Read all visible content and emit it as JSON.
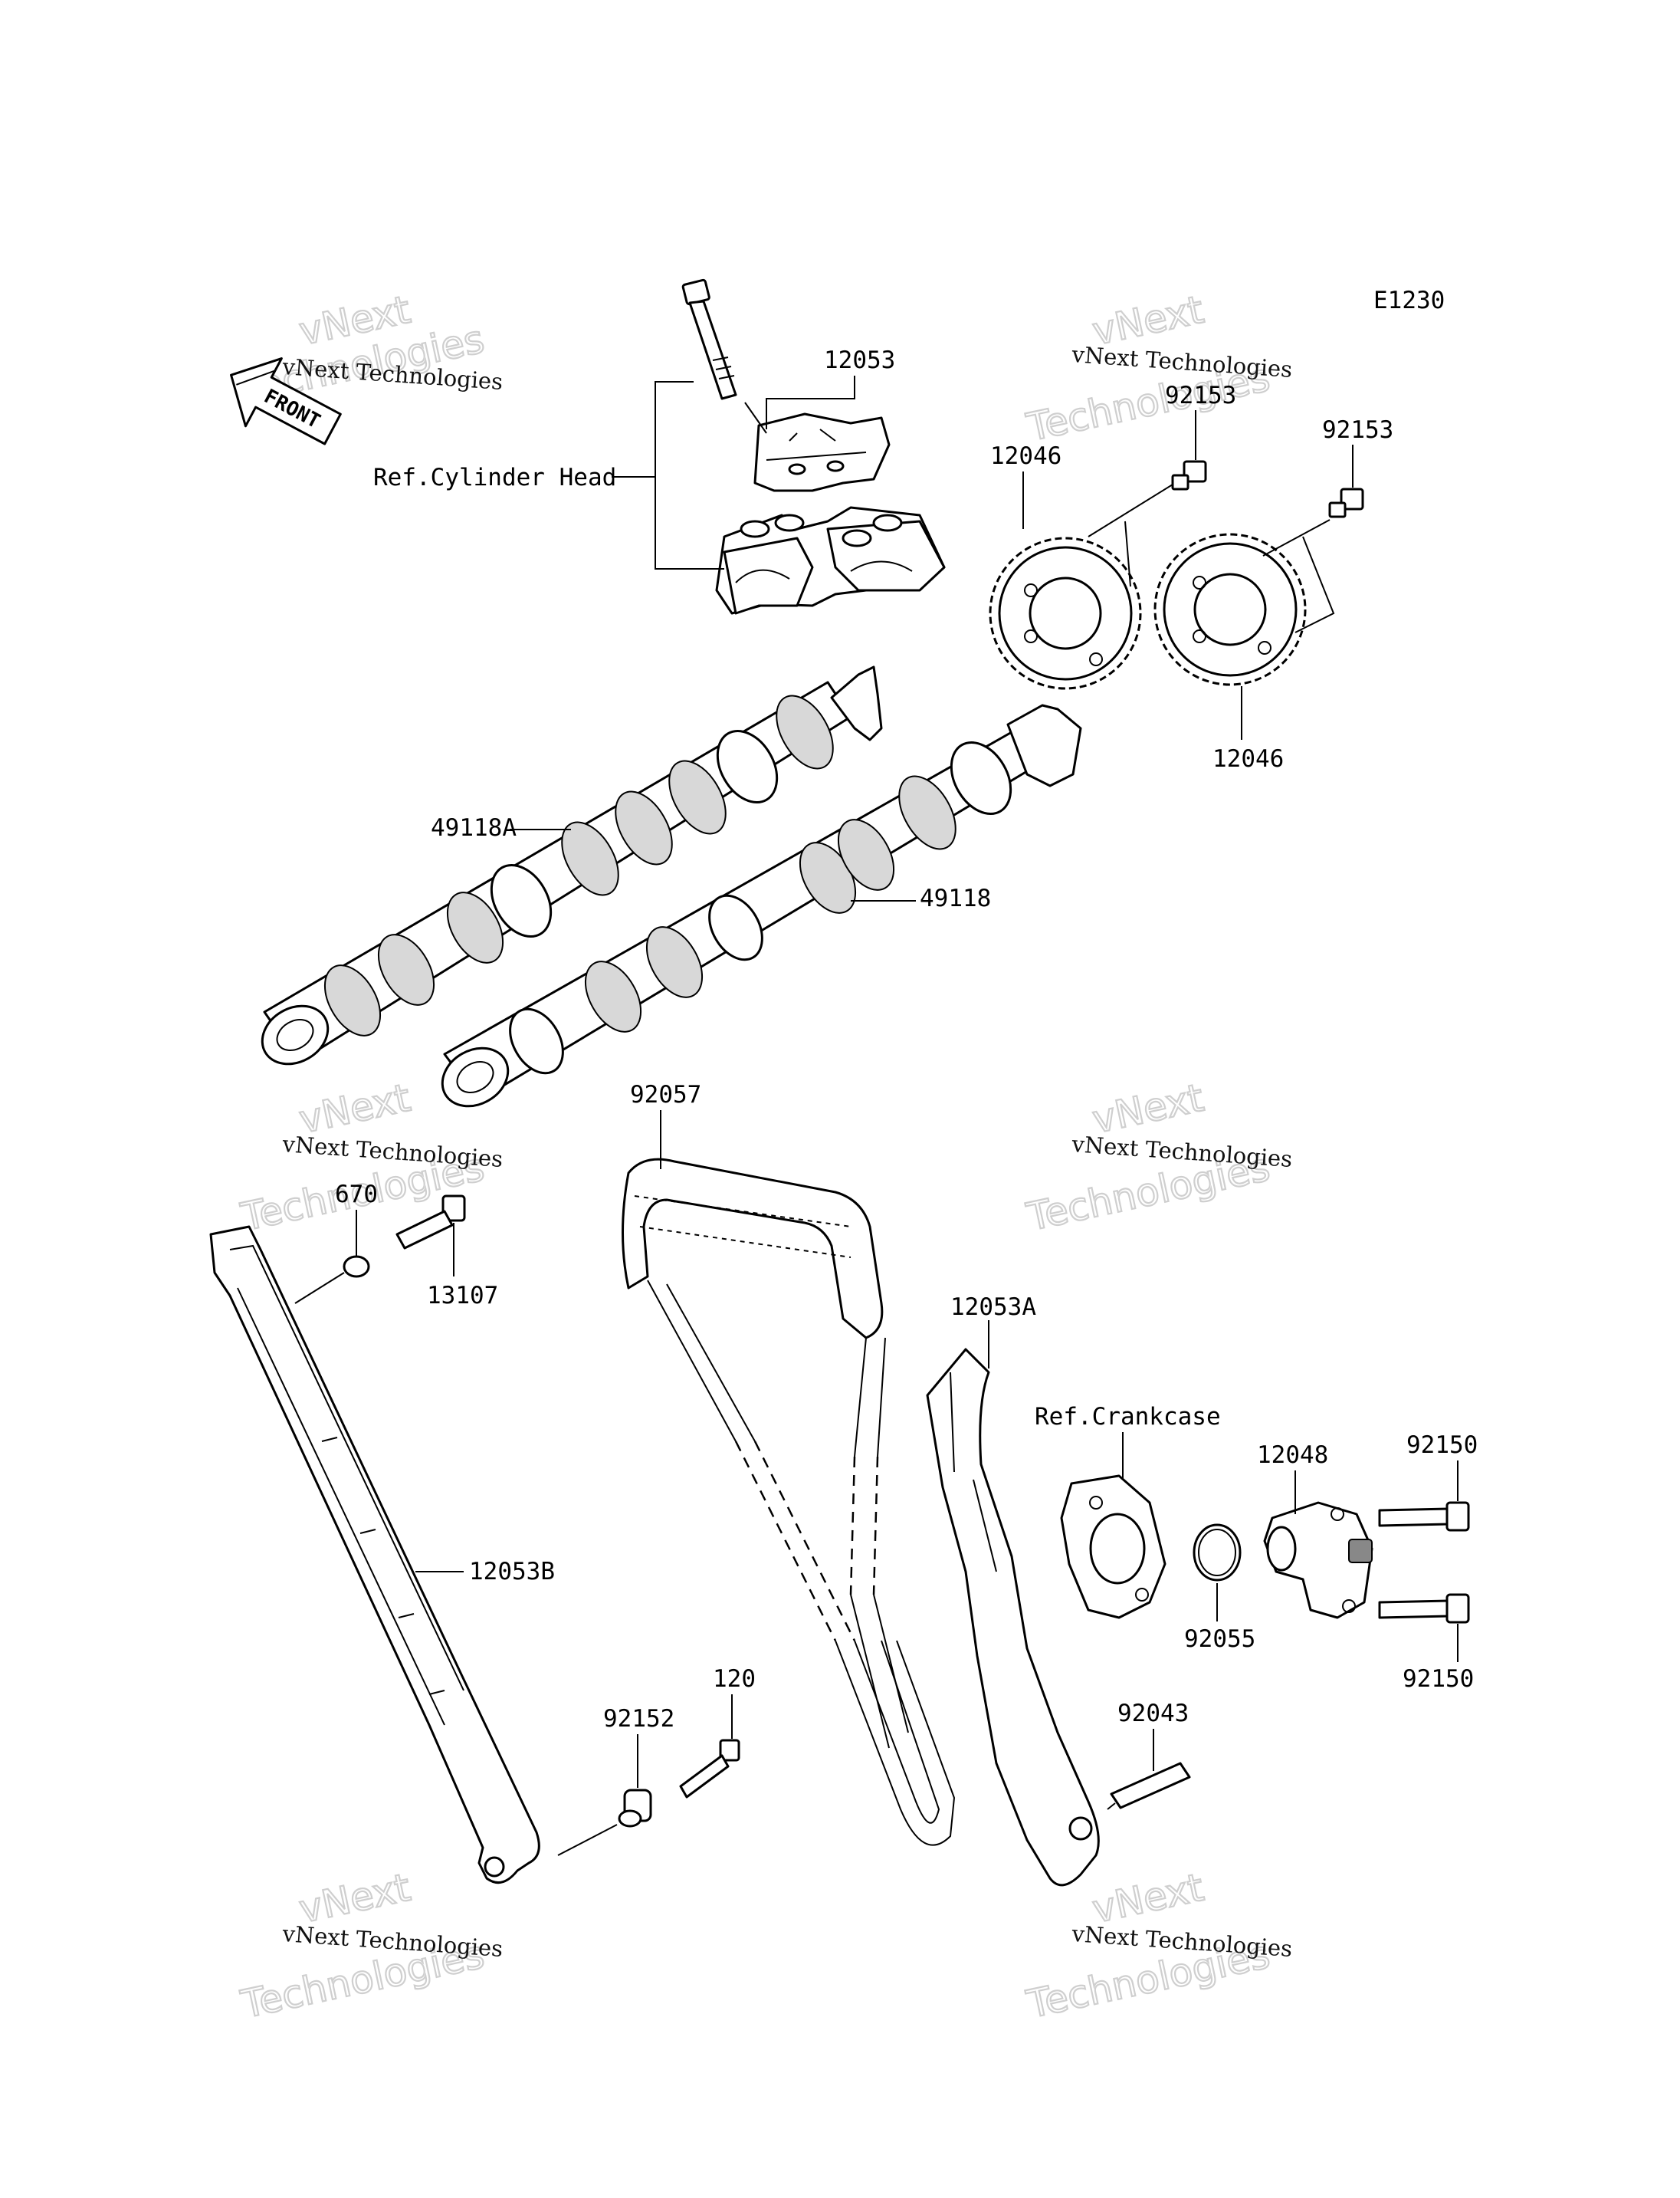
{
  "diagram_code": "E1230",
  "front_label": "FRONT",
  "references": {
    "cylinder_head": "Ref.Cylinder Head",
    "crankcase": "Ref.Crankcase"
  },
  "parts": {
    "bolt_92153_a": "92153",
    "bolt_92153_b": "92153",
    "holder_12053": "12053",
    "sprocket_12046_a": "12046",
    "sprocket_12046_b": "12046",
    "camshaft_49118A": "49118A",
    "camshaft_49118": "49118",
    "chain_92057": "92057",
    "oring_670": "670",
    "bolt_13107": "13107",
    "guide_12053B": "12053B",
    "guide_12053A": "12053A",
    "tensioner_12048": "12048",
    "bolt_92150_a": "92150",
    "bolt_92150_b": "92150",
    "gasket_92055": "92055",
    "pin_92043": "92043",
    "collar_92152": "92152",
    "bolt_120": "120"
  },
  "watermarks": {
    "big_line1": "vNext",
    "big_line2": "Technologies",
    "small": "vNext Technologies"
  },
  "colors": {
    "line": "#000000",
    "background": "#ffffff",
    "watermark_outline": "#cfcfcf"
  }
}
